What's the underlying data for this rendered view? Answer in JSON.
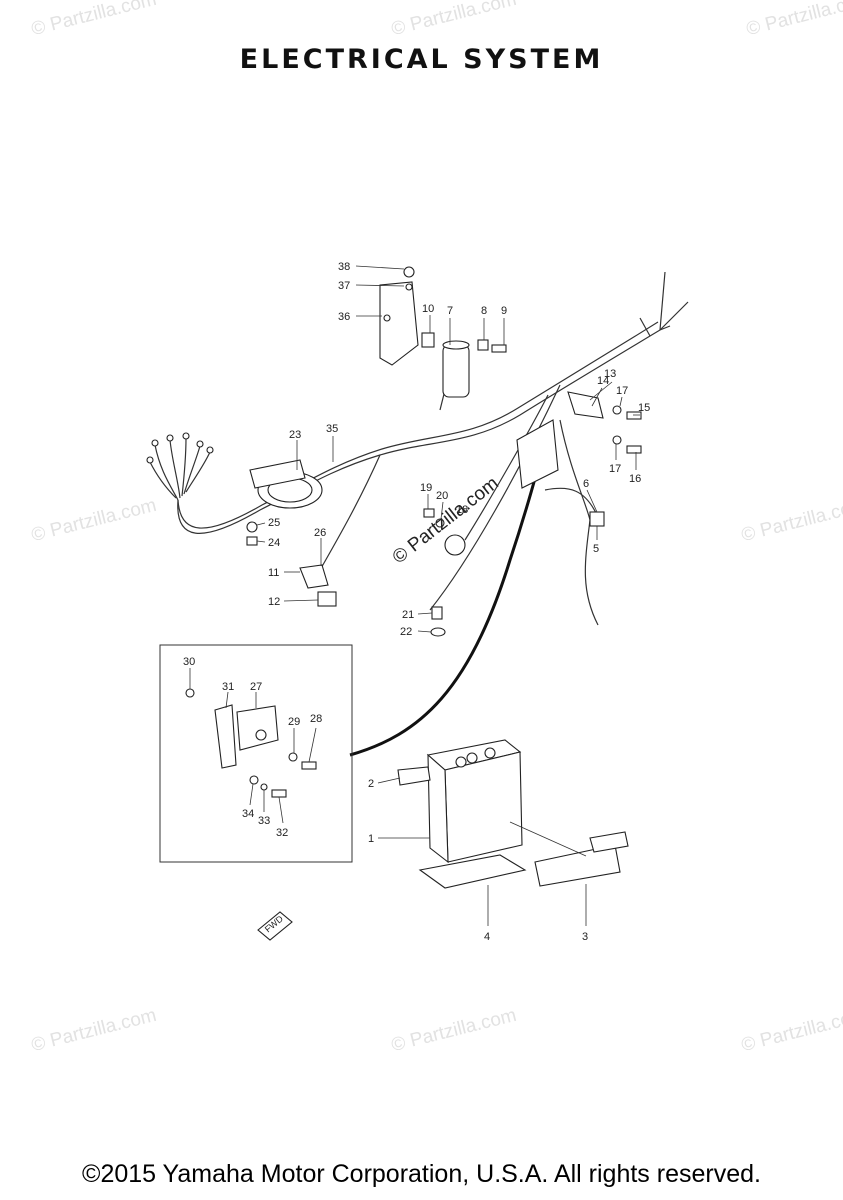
{
  "title": "ELECTRICAL SYSTEM",
  "copyright": "©2015 Yamaha Motor Corporation, U.S.A. All rights reserved.",
  "watermark": "© Partzilla.com",
  "fwd_label": "FWD",
  "callouts": {
    "c1": "1",
    "c2": "2",
    "c3": "3",
    "c4": "4",
    "c5": "5",
    "c6": "6",
    "c7": "7",
    "c8": "8",
    "c9": "9",
    "c10": "10",
    "c11": "11",
    "c12": "12",
    "c13": "13",
    "c14": "14",
    "c15": "15",
    "c16": "16",
    "c17a": "17",
    "c17b": "17",
    "c18": "18",
    "c19": "19",
    "c20": "20",
    "c21": "21",
    "c22": "22",
    "c23": "23",
    "c24": "24",
    "c25": "25",
    "c26": "26",
    "c27": "27",
    "c28": "28",
    "c29": "29",
    "c30": "30",
    "c31": "31",
    "c32": "32",
    "c33": "33",
    "c34": "34",
    "c35": "35",
    "c36": "36",
    "c37": "37",
    "c38": "38"
  }
}
